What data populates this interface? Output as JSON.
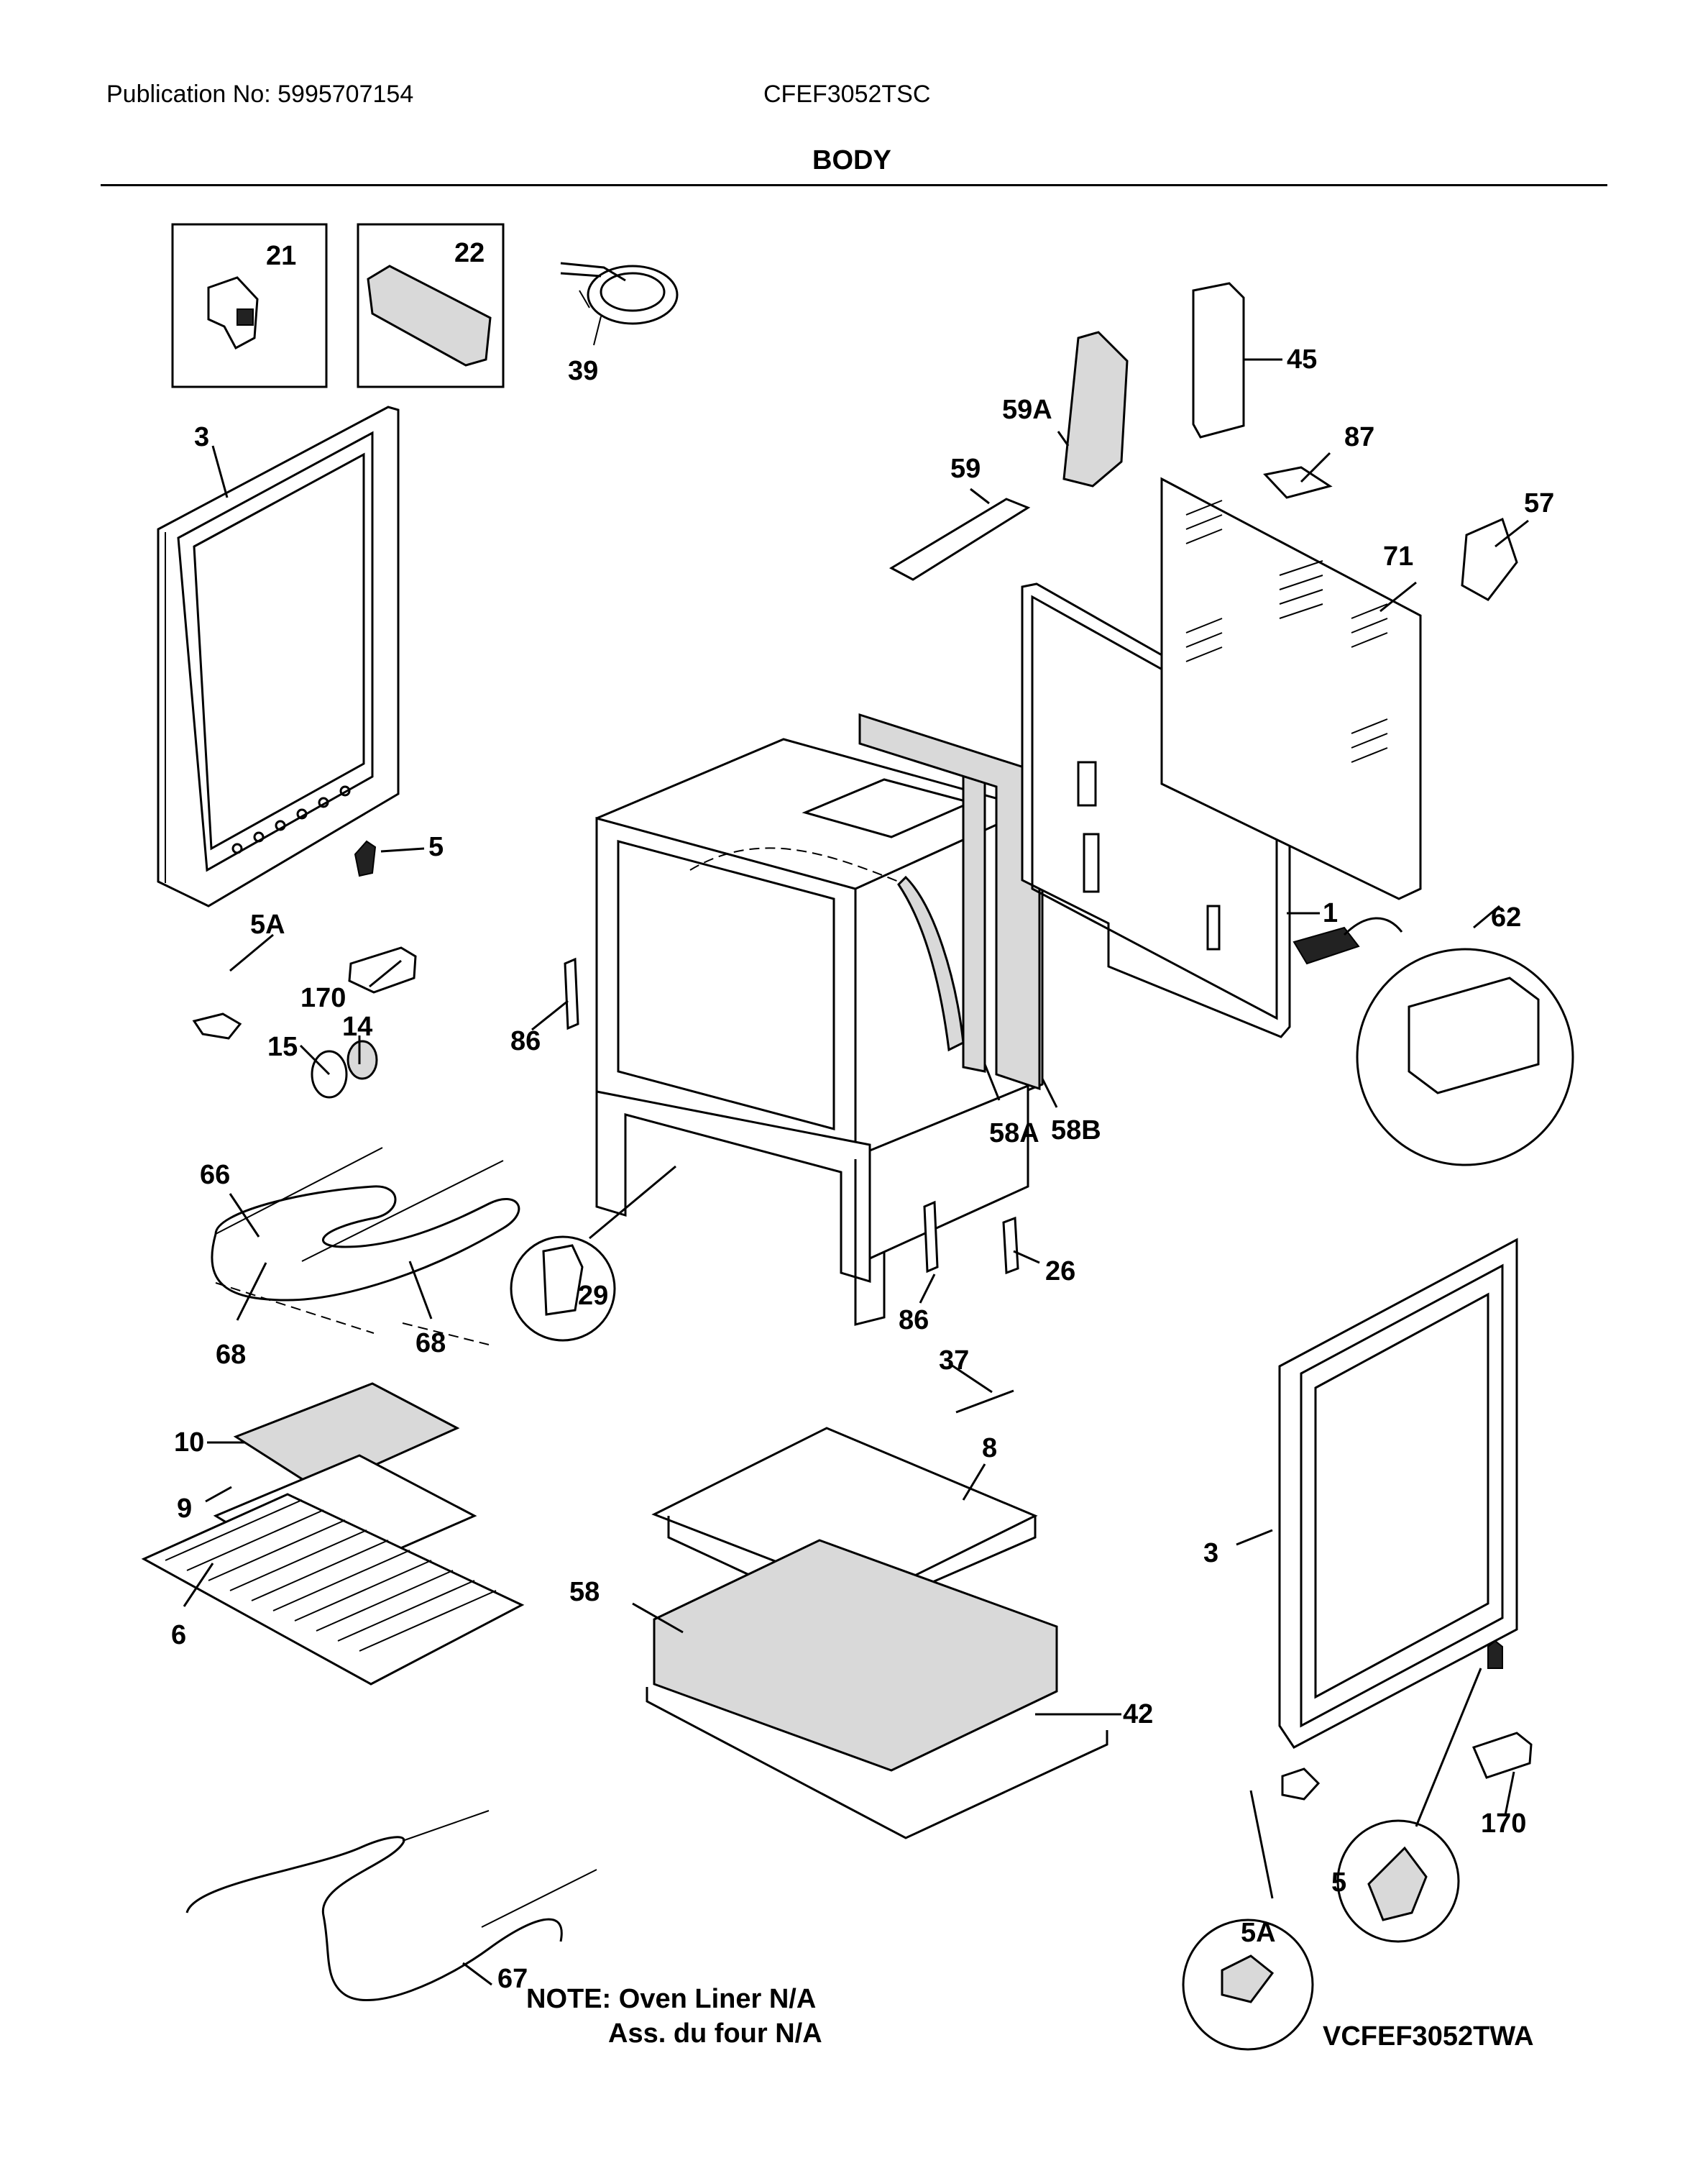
{
  "header": {
    "publication": "Publication No: 5995707154",
    "model": "CFEF3052TSC",
    "section_title": "BODY"
  },
  "callouts": {
    "c21": "21",
    "c22": "22",
    "c39": "39",
    "c45": "45",
    "c59a": "59A",
    "c87": "87",
    "c59": "59",
    "c57": "57",
    "c71": "71",
    "c3a": "3",
    "c5a": "5",
    "c1": "1",
    "c62": "62",
    "c5A_a": "5A",
    "c170a": "170",
    "c14": "14",
    "c15": "15",
    "c86a": "86",
    "c58A": "58A",
    "c58B": "58B",
    "c66": "66",
    "c29": "29",
    "c26": "26",
    "c68a": "68",
    "c68b": "68",
    "c86b": "86",
    "c37": "37",
    "c10": "10",
    "c8": "8",
    "c9": "9",
    "c3b": "3",
    "c6": "6",
    "c58": "58",
    "c42": "42",
    "c170b": "170",
    "c5b": "5",
    "c5A_b": "5A",
    "c67": "67"
  },
  "note": {
    "line1": "NOTE: Oven Liner N/A",
    "line2": "Ass. du four N/A"
  },
  "diagram_code": "VCFEF3052TWA"
}
